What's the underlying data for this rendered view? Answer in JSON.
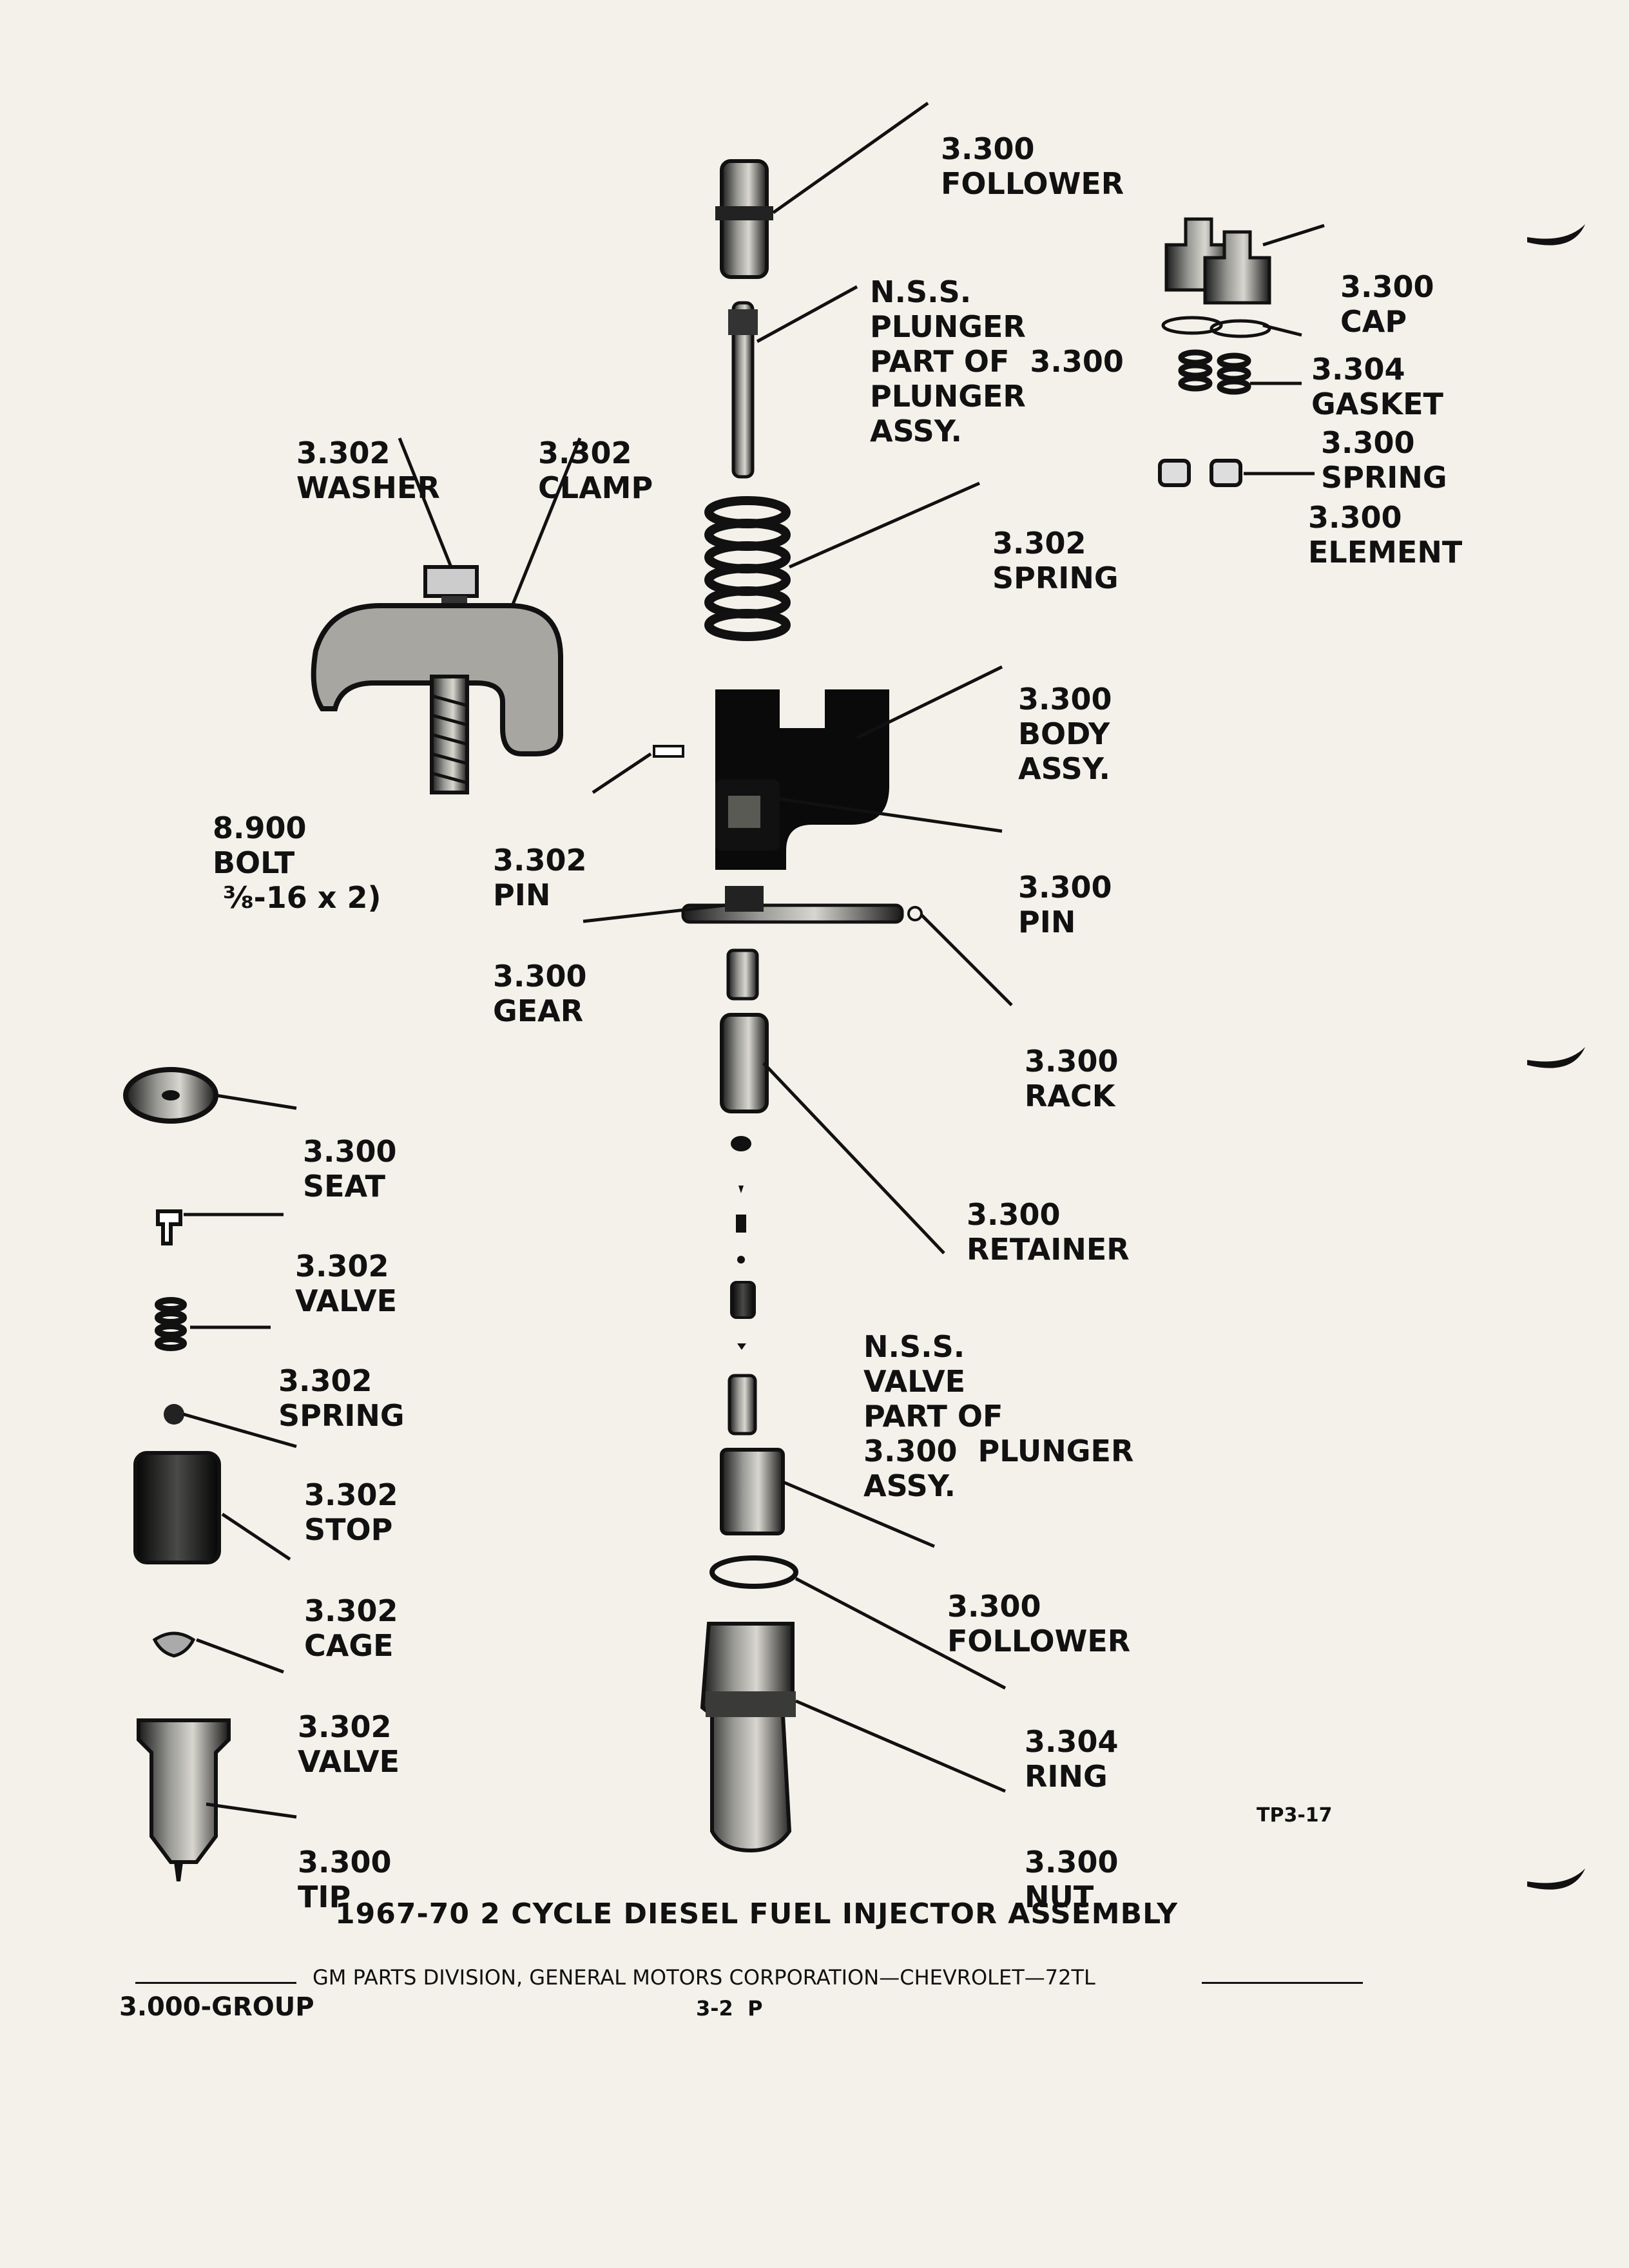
{
  "labels": {
    "follower_top": [
      "3.300",
      "FOLLOWER"
    ],
    "plunger": [
      "N.S.S.",
      "PLUNGER",
      "PART OF  3.300",
      "PLUNGER",
      "ASSY."
    ],
    "cap": [
      "3.300",
      "CAP"
    ],
    "gasket": [
      "3.304",
      "GASKET"
    ],
    "spring_right": [
      "3.300",
      "SPRING"
    ],
    "element": [
      "3.300",
      "ELEMENT"
    ],
    "washer": [
      "3.302",
      "WASHER"
    ],
    "clamp": [
      "3.302",
      "CLAMP"
    ],
    "spring_main": [
      "3.302",
      "SPRING"
    ],
    "body_assy": [
      "3.300",
      "BODY",
      "ASSY."
    ],
    "bolt": [
      "8.900",
      "BOLT",
      " ⅜-16 x 2)"
    ],
    "pin_left": [
      "3.302",
      "PIN"
    ],
    "pin_right": [
      "3.300",
      "PIN"
    ],
    "gear": [
      "3.300",
      "GEAR"
    ],
    "rack": [
      "3.300",
      "RACK"
    ],
    "seat": [
      "3.300",
      "SEAT"
    ],
    "retainer": [
      "3.300",
      "RETAINER"
    ],
    "valve_small": [
      "3.302",
      "VALVE"
    ],
    "nss_valve": [
      "N.S.S.",
      "VALVE",
      "PART OF",
      "3.300  PLUNGER",
      "ASSY."
    ],
    "spring_left": [
      "3.302",
      "SPRING"
    ],
    "stop": [
      "3.302",
      "STOP"
    ],
    "cage": [
      "3.302",
      "CAGE"
    ],
    "follower_bottom": [
      "3.300",
      "FOLLOWER"
    ],
    "valve_left": [
      "3.302",
      "VALVE"
    ],
    "ring": [
      "3.304",
      "RING"
    ],
    "tip": [
      "3.300",
      "TIP"
    ],
    "nut": [
      "3.300",
      "NUT"
    ]
  },
  "figure_code": "TP3-17",
  "caption": "1967-70 2 CYCLE DIESEL FUEL INJECTOR ASSEMBLY",
  "footer": {
    "publisher": "GM PARTS DIVISION, GENERAL MOTORS CORPORATION—CHEVROLET—72TL",
    "group": "3.000-GROUP",
    "page": "3-2  P"
  }
}
